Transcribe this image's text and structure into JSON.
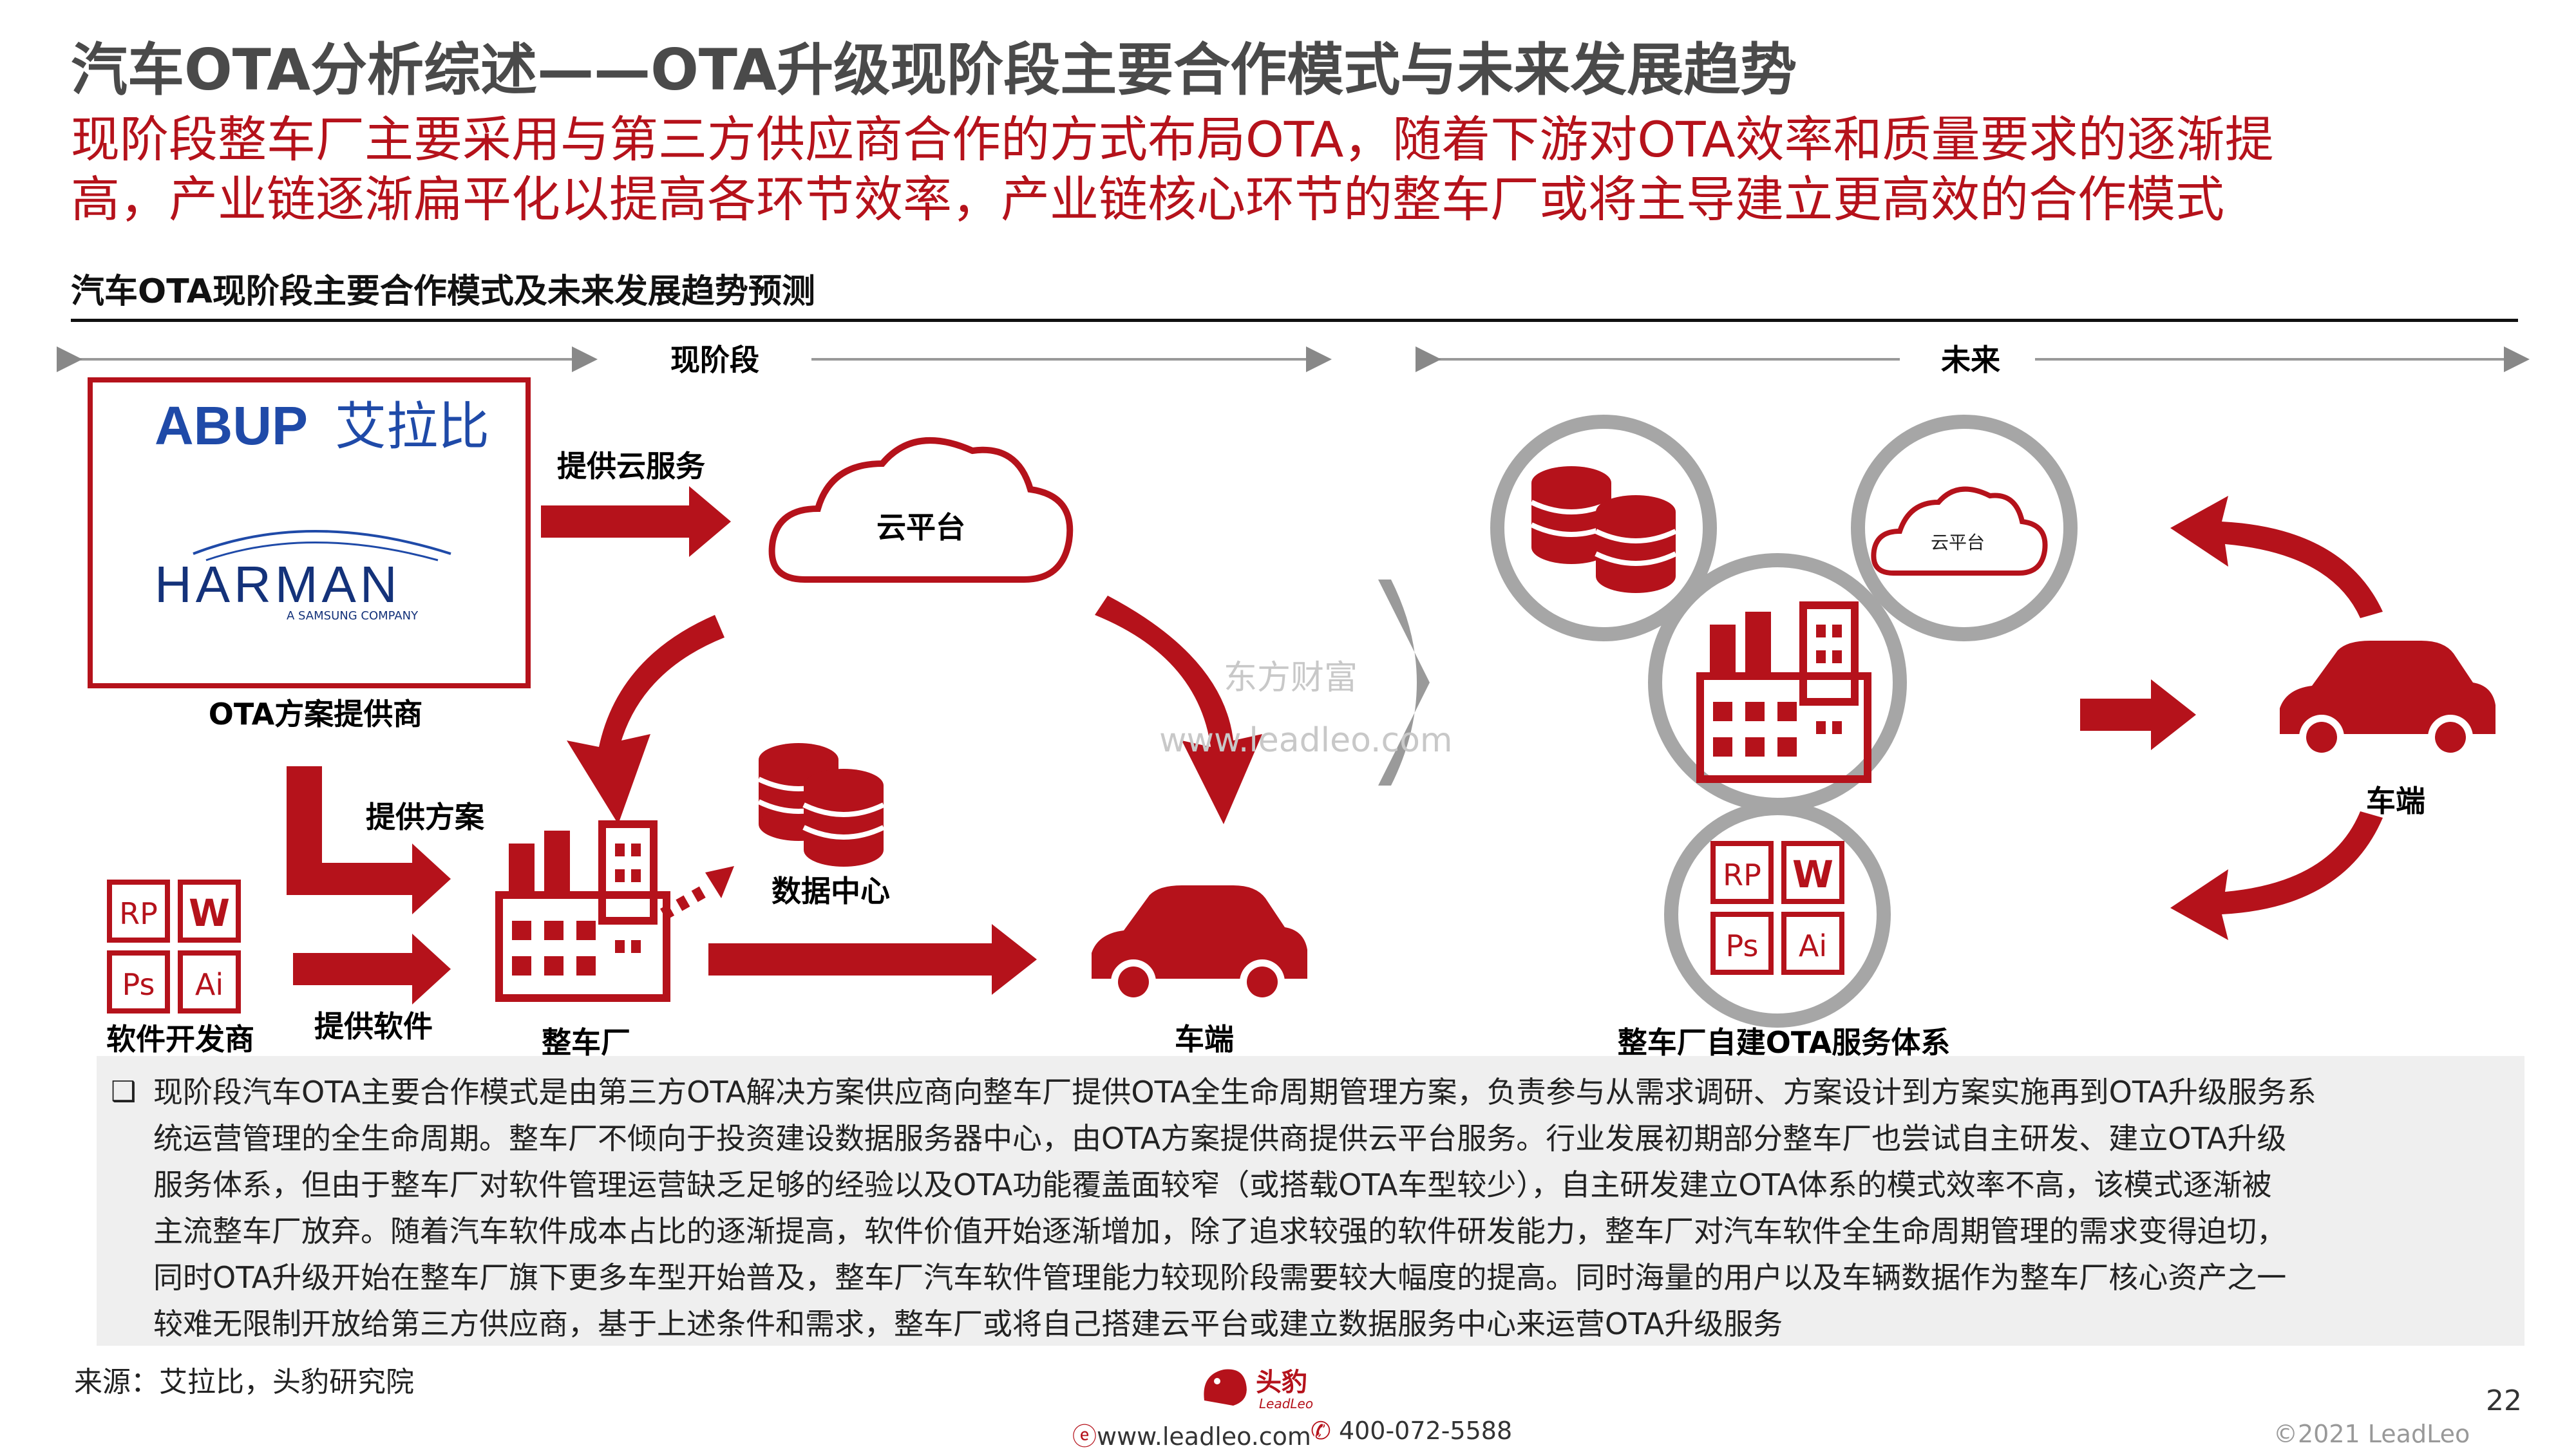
{
  "header": {
    "title": "汽车OTA分析综述——OTA升级现阶段主要合作模式与未来发展趋势",
    "subtitle_line1": "现阶段整车厂主要采用与第三方供应商合作的方式布局OTA，随着下游对OTA效率和质量要求的逐渐提",
    "subtitle_line2": "高，产业链逐渐扁平化以提高各环节效率，产业链核心环节的整车厂或将主导建立更高效的合作模式"
  },
  "section_title": "汽车OTA现阶段主要合作模式及未来发展趋势预测",
  "phases": {
    "current": "现阶段",
    "future": "未来"
  },
  "current": {
    "provider_label": "OTA方案提供商",
    "abup_logo": "ABUP",
    "abup_cn": "艾拉比",
    "harman_logo": "HARMAN",
    "harman_tag": "A SAMSUNG COMPANY",
    "cloud_service": "提供云服务",
    "cloud": "云平台",
    "provide_solution": "提供方案",
    "provide_software": "提供软件",
    "software_dev": "软件开发商",
    "oem": "整车厂",
    "data_center": "数据中心",
    "vehicle": "车端",
    "app_icons": [
      "RP",
      "W",
      "Ps",
      "Ai"
    ]
  },
  "future": {
    "cloud": "云平台",
    "oem_system": "整车厂自建OTA服务体系",
    "vehicle": "车端",
    "app_icons": [
      "RP",
      "W",
      "Ps",
      "Ai"
    ]
  },
  "notes": [
    "现阶段汽车OTA主要合作模式是由第三方OTA解决方案供应商向整车厂提供OTA全生命周期管理方案，负责参与从需求调研、方案设计到方案实施再到OTA升级服务系",
    "统运营管理的全生命周期。整车厂不倾向于投资建设数据服务器中心，由OTA方案提供商提供云平台服务。行业发展初期部分整车厂也尝试自主研发、建立OTA升级",
    "服务体系，但由于整车厂对软件管理运营缺乏足够的经验以及OTA功能覆盖面较窄（或搭载OTA车型较少），自主研发建立OTA体系的模式效率不高，该模式逐渐被",
    "主流整车厂放弃。随着汽车软件成本占比的逐渐提高，软件价值开始逐渐增加，除了追求较强的软件研发能力，整车厂对汽车软件全生命周期管理的需求变得迫切，",
    "同时OTA升级开始在整车厂旗下更多车型开始普及，整车厂汽车软件管理能力较现阶段需要较大幅度的提高。同时海量的用户以及车辆数据作为整车厂核心资产之一",
    "较难无限制开放给第三方供应商，基于上述条件和需求，整车厂或将自己搭建云平台或建立数据服务中心来运营OTA升级服务"
  ],
  "source": "来源：艾拉比，头豹研究院",
  "watermarks": [
    "东方财富",
    "www.leadleo.com"
  ],
  "footer": {
    "brand_cn": "头豹",
    "brand_en": "LeadLeo",
    "website": "www.leadleo.com",
    "phone": "400-072-5588",
    "page": "22",
    "copyright": "©2021 LeadLeo"
  },
  "colors": {
    "accent": "#b5121b",
    "title_gray": "#4a4a4a",
    "ring_gray": "#a6a6a6",
    "notes_bg": "#efefef"
  }
}
